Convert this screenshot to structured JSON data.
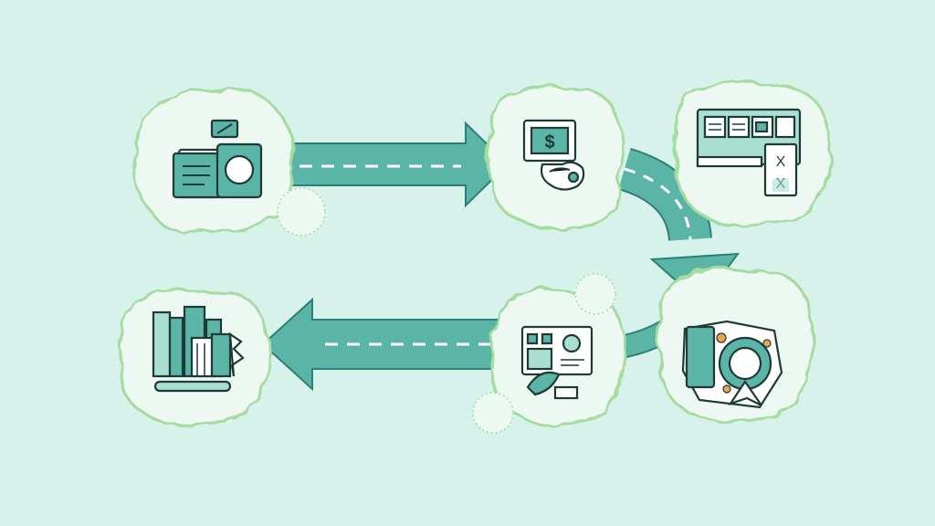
{
  "colors": {
    "background": "#d6f2ea",
    "teal": "#5ab5a6",
    "teal_dark": "#2f7f74",
    "teal_light": "#a9ded3",
    "ink": "#1f3a36",
    "blob_fill": "#ecf8f1",
    "blob_stroke": "#a5dc9f",
    "accent_orange": "#f2a24b",
    "white": "#ffffff"
  },
  "icons": {
    "step_1": "camera-documents-icon",
    "step_2": "hand-payment-icon",
    "step_3": "approval-board-icon",
    "step_4": "rocket-target-icon",
    "step_5": "laptop-dashboard-icon",
    "step_6": "buildings-archive-icon"
  },
  "labels": {
    "step_2_symbol": "$",
    "step_3_mark": "X"
  },
  "flow": {
    "direction": "clockwise",
    "connections": [
      [
        "step_1",
        "step_2"
      ],
      [
        "step_2",
        "step_4"
      ],
      [
        "step_4",
        "step_5"
      ],
      [
        "step_5",
        "step_6"
      ]
    ]
  }
}
